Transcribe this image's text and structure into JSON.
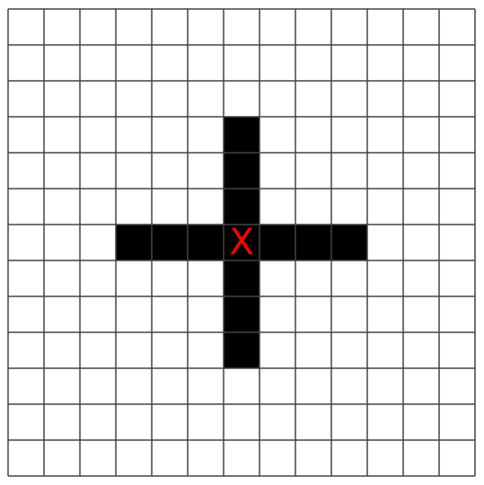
{
  "grid": {
    "rows": 13,
    "cols": 13,
    "line_color": "#444444",
    "background_color": "#ffffff",
    "filled_color": "#000000",
    "filled_cells": [
      [
        3,
        6
      ],
      [
        4,
        6
      ],
      [
        5,
        6
      ],
      [
        6,
        3
      ],
      [
        6,
        4
      ],
      [
        6,
        5
      ],
      [
        6,
        6
      ],
      [
        6,
        7
      ],
      [
        6,
        8
      ],
      [
        6,
        9
      ],
      [
        7,
        6
      ],
      [
        8,
        6
      ],
      [
        9,
        6
      ]
    ]
  },
  "marker": {
    "label": "X",
    "row": 6,
    "col": 6,
    "color": "#ff0000"
  }
}
